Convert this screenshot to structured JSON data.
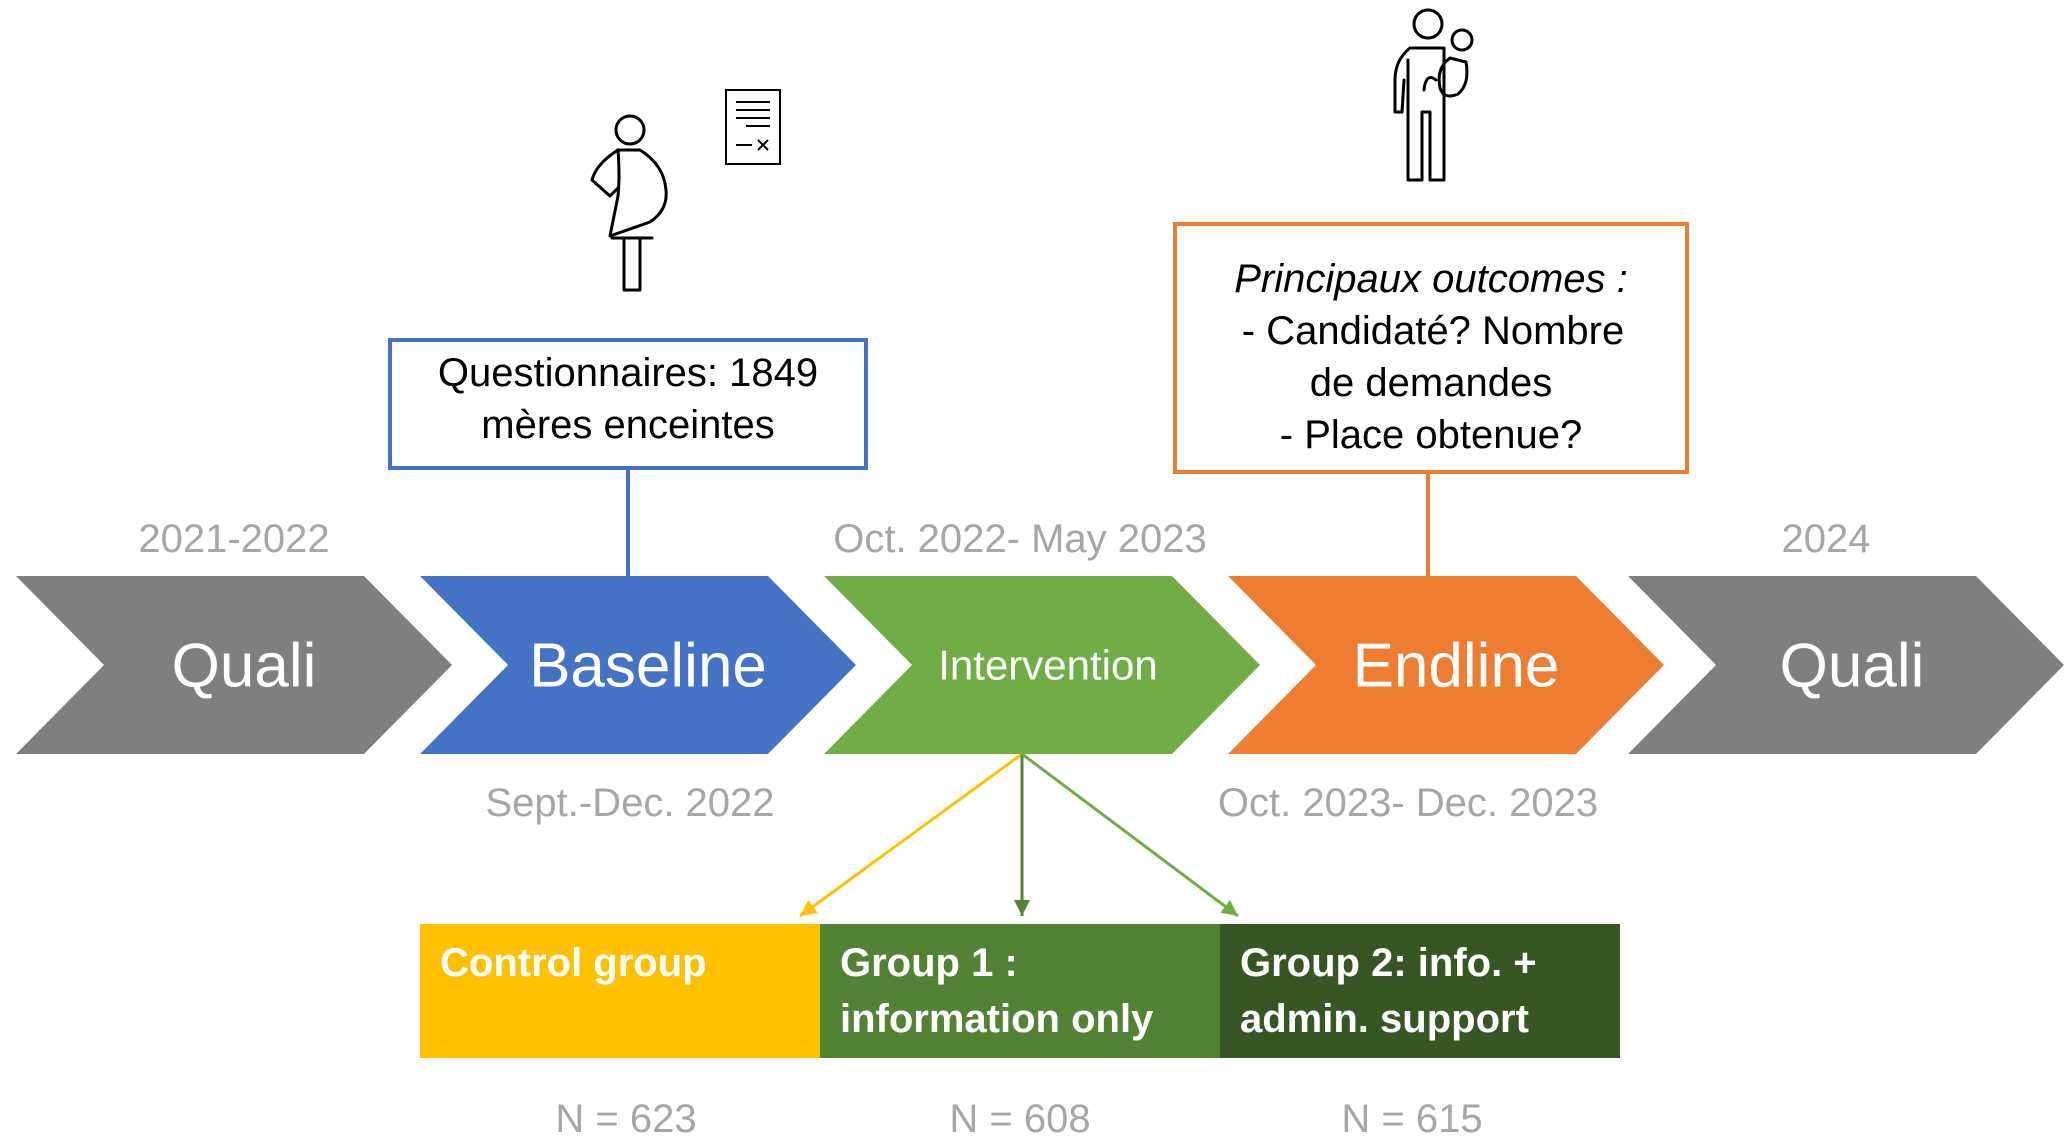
{
  "phases": [
    {
      "id": "quali1",
      "label": "Quali",
      "color": "#7f7f7f",
      "date_above": "2021-2022",
      "date_below": ""
    },
    {
      "id": "baseline",
      "label": "Baseline",
      "color": "#4472c4",
      "date_above": "",
      "date_below": "Sept.-Dec. 2022"
    },
    {
      "id": "intervention",
      "label": "Intervention",
      "color": "#70ad47",
      "date_above": "Oct. 2022- May 2023",
      "date_below": ""
    },
    {
      "id": "endline",
      "label": "Endline",
      "color": "#ed7d31",
      "date_above": "",
      "date_below": "Oct. 2023- Dec. 2023"
    },
    {
      "id": "quali2",
      "label": "Quali",
      "color": "#7f7f7f",
      "date_above": "2024",
      "date_below": ""
    }
  ],
  "baseline_box": {
    "lines": [
      "Questionnaires: 1849",
      "mères enceintes"
    ],
    "border_color": "#4472c4"
  },
  "endline_box": {
    "title": "Principaux outcomes :",
    "lines": [
      "- Candidaté? Nombre",
      "de demandes",
      "- Place obtenue?"
    ],
    "border_color": "#ed7d31"
  },
  "groups": [
    {
      "id": "control",
      "lines": [
        "Control group"
      ],
      "n": "N = 623",
      "color": "#ffc000",
      "arrow_color": "#ffc000"
    },
    {
      "id": "group1",
      "lines": [
        "Group 1 :",
        "information only"
      ],
      "n": "N = 608",
      "color": "#548235",
      "arrow_color": "#548235"
    },
    {
      "id": "group2",
      "lines": [
        "Group 2: info. +",
        "admin. support"
      ],
      "n": "N = 615",
      "color": "#375623",
      "arrow_color": "#70ad47"
    }
  ],
  "icons": {
    "pregnant": "pregnant-woman-icon",
    "form": "questionnaire-form-icon",
    "parent": "parent-with-child-icon"
  },
  "colors": {
    "date_text": "#a6a6a6",
    "dark_text": "#000000",
    "icon_stroke": "#000000"
  }
}
